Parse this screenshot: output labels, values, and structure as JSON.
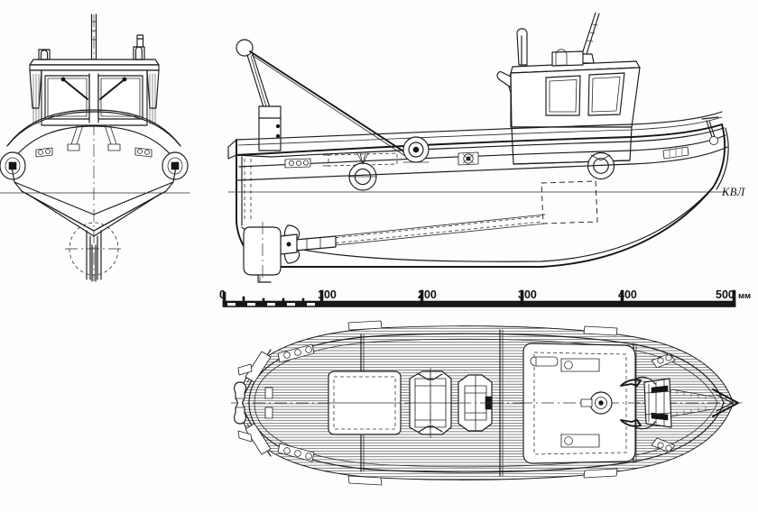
{
  "document": {
    "kind": "naval-architecture-line-drawing",
    "subject": "Small fishing boat / trawler general arrangement",
    "views": [
      {
        "id": "front",
        "name": "bow-elevation"
      },
      {
        "id": "profile",
        "name": "side-elevation"
      },
      {
        "id": "plan",
        "name": "deck-plan"
      }
    ]
  },
  "scale_bar": {
    "ticks": [
      {
        "value": "0",
        "mm": 0
      },
      {
        "value": "100",
        "mm": 100
      },
      {
        "value": "200",
        "mm": 200
      },
      {
        "value": "300",
        "mm": 300
      },
      {
        "value": "400",
        "mm": 400
      },
      {
        "value": "500",
        "mm": 500
      }
    ],
    "unit": "мм",
    "min": 0,
    "max": 500
  },
  "annotations": {
    "waterline": "КВЛ"
  },
  "chart_data": {
    "type": "table",
    "title": "Scale bar",
    "categories": [
      "0",
      "100",
      "200",
      "300",
      "400",
      "500"
    ],
    "values": [
      0,
      100,
      200,
      300,
      400,
      500
    ],
    "xlabel": "мм",
    "ylabel": "",
    "xlim": [
      0,
      500
    ],
    "grid": false,
    "legend": "none"
  }
}
